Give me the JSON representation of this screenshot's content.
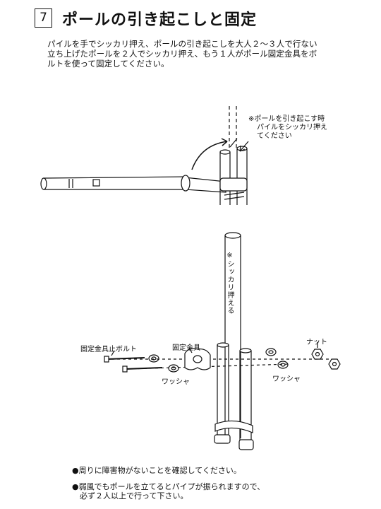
{
  "step": {
    "number": "7",
    "title": "ポールの引き起こしと固定"
  },
  "intro": [
    "パイルを手でシッカリ押え、ポールの引き起こしを大人２〜３人で行ない",
    "立ち上げたポールを２人でシッカリ押え、もう１人がポール固定金具をボ",
    "ルトを使って固定してください。"
  ],
  "figure1": {
    "note": [
      "※ポールを引き起こす時",
      "パイルをシッカリ押え",
      "てください"
    ]
  },
  "figure2": {
    "vertical_note": "※シッカリ押える",
    "labels": {
      "bolt": "固定金具止ボルト",
      "bracket": "固定金具",
      "nut": "ナット",
      "washer_left": "ワッシャ",
      "washer_right": "ワッシャ"
    }
  },
  "notes": [
    "●周りに障害物がないことを確認してください。",
    "●弱風でもポールを立てるとパイプが振られますので、",
    "必ず２人以上で行って下さい。"
  ]
}
